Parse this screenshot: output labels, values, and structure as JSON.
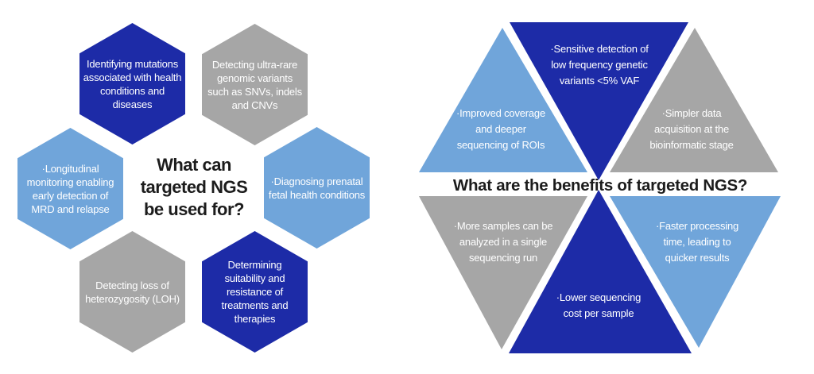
{
  "palette": {
    "dark_blue": "#1D2BA7",
    "light_blue": "#70A5DA",
    "gray": "#A6A6A6",
    "background": "#FFFFFF",
    "title_text": "#1C1C1C",
    "shape_text": "#FFFFFF"
  },
  "left_diagram": {
    "title": "What can targeted NGS be used for?",
    "hexagons": {
      "top_left": {
        "label": "Identifying mutations associated with health conditions and diseases",
        "color": "#1D2BA7"
      },
      "top_right": {
        "label": "Detecting ultra-rare genomic variants such as SNVs, indels and CNVs",
        "color": "#A6A6A6"
      },
      "mid_left": {
        "label": "·Longitudinal monitoring enabling early detection of MRD and relapse",
        "color": "#70A5DA"
      },
      "mid_right": {
        "label": "·Diagnosing prenatal fetal health conditions",
        "color": "#70A5DA"
      },
      "bottom_left": {
        "label": "Detecting loss of heterozygosity (LOH)",
        "color": "#A6A6A6"
      },
      "bottom_right": {
        "label": "Determining suitability and resistance of treatments and therapies",
        "color": "#1D2BA7"
      }
    }
  },
  "right_diagram": {
    "title": "What are the benefits of targeted NGS?",
    "triangles": {
      "top": {
        "label": "·Sensitive detection of low frequency genetic variants <5% VAF",
        "color": "#1D2BA7"
      },
      "top_left": {
        "label": "·Improved coverage and deeper sequencing of ROIs",
        "color": "#70A5DA"
      },
      "top_right": {
        "label": "·Simpler data acquisition at the bioinformatic stage",
        "color": "#A6A6A6"
      },
      "bottom_left": {
        "label": "·More samples can be analyzed in a single sequencing run",
        "color": "#A6A6A6"
      },
      "bottom": {
        "label": "·Lower sequencing cost per sample",
        "color": "#1D2BA7"
      },
      "bottom_right": {
        "label": "·Faster processing time, leading to quicker results",
        "color": "#70A5DA"
      }
    }
  }
}
